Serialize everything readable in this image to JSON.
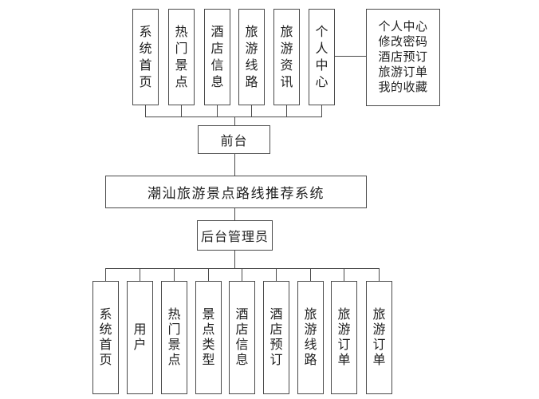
{
  "diagram": {
    "system_title": "潮汕旅游景点路线推荐系统",
    "front_node": "前台",
    "admin_node": "后台管理员",
    "front_menu": [
      "系统首页",
      "热门景点",
      "酒店信息",
      "旅游线路",
      "旅游资讯",
      "个人中心"
    ],
    "personal_center_detail": "个人中心\n修改密码\n酒店预订\n旅游订单\n我的收藏",
    "admin_menu": [
      "系统首页",
      "用户",
      "热门景点",
      "景点类型",
      "酒店信息",
      "酒店预订",
      "旅游线路",
      "旅游订单",
      "旅游订单"
    ],
    "colors": {
      "line": "#4a4a4a",
      "text": "#1f1f1f",
      "background": "#ffffff"
    }
  }
}
